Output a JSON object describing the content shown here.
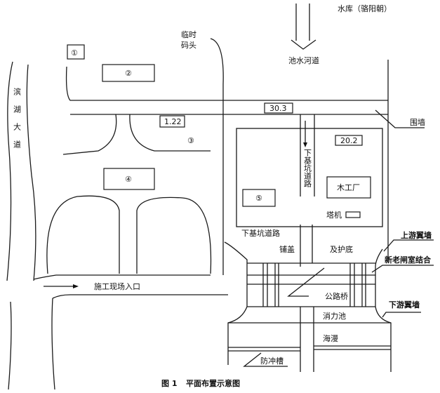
{
  "labels": {
    "reservoir": "水库（骆阳朝）",
    "channel": "池水河道",
    "temp_dock_1": "临时",
    "temp_dock_2": "码头",
    "fence": "围墙",
    "expressway": "滨湖大道",
    "pit_road_vertical": "下基坑道路",
    "pit_road_horizontal": "下基坑道路",
    "carpentry": "木工厂",
    "tower_crane": "塔机",
    "blanket": "铺盖",
    "bottom_protection": "及护底",
    "upstream_wing_wall": "上游翼墙",
    "new_old_chamber": "新老闸室结合",
    "highway_bridge": "公路桥",
    "downstream_wing_wall": "下游翼墙",
    "stilling_basin": "消力池",
    "apron": "海漫",
    "scour_trench": "防冲槽",
    "site_entrance": "施工现场入口",
    "elev_30_3": "30.3",
    "elev_20_2": "20.2",
    "elev_1_22": "1.22",
    "zone_1": "①",
    "zone_2": "②",
    "zone_3": "③",
    "zone_4": "④",
    "zone_5": "⑤"
  },
  "caption": {
    "number": "图 1",
    "title": "平面布置示意图"
  }
}
